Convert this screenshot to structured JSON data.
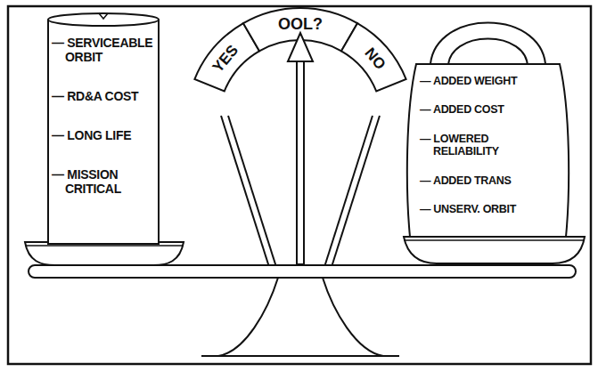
{
  "diagram": {
    "nodes": [
      {
        "text": [
          "— SERVICEABLE ORBIT",
          "— RD&A COST",
          "— LONG LIFE",
          "— MISSION CRITICAL"
        ]
      },
      {
        "text": [
          "YES",
          "OOL?",
          "NO"
        ]
      },
      {
        "text": [
          "— ADDED WEIGHT",
          "— ADDED COST",
          "— LOWERED RELIABILITY",
          "— ADDED TRANS",
          "— UNSERV. ORBIT"
        ]
      }
    ]
  }
}
